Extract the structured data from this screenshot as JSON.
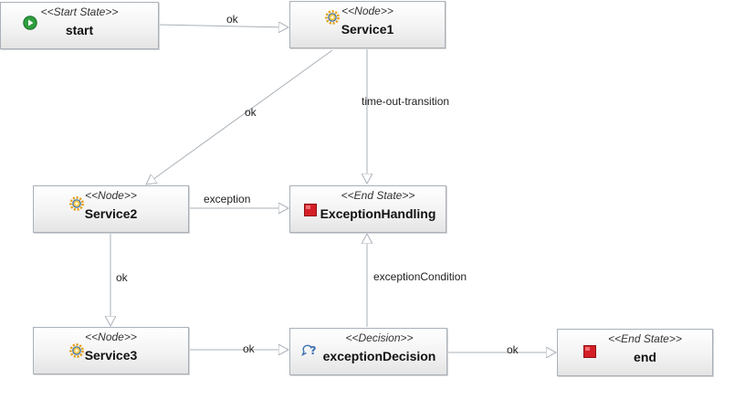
{
  "nodes": {
    "start": {
      "stereotype": "<<Start State>>",
      "name": "start",
      "icon": "start-state-icon"
    },
    "service1": {
      "stereotype": "<<Node>>",
      "name": "Service1",
      "icon": "gear-node-icon"
    },
    "service2": {
      "stereotype": "<<Node>>",
      "name": "Service2",
      "icon": "gear-node-icon"
    },
    "service3": {
      "stereotype": "<<Node>>",
      "name": "Service3",
      "icon": "gear-node-icon"
    },
    "exceptionHandling": {
      "stereotype": "<<End State>>",
      "name": "ExceptionHandling",
      "icon": "end-state-icon"
    },
    "exceptionDecision": {
      "stereotype": "<<Decision>>",
      "name": "exceptionDecision",
      "icon": "decision-icon"
    },
    "end": {
      "stereotype": "<<End State>>",
      "name": "end",
      "icon": "end-state-icon"
    }
  },
  "edges": {
    "start_service1": "ok",
    "service1_service2": "ok",
    "service1_exceptionHandling": "time-out-transition",
    "service2_exceptionHandling": "exception",
    "service2_service3": "ok",
    "service3_exceptionDecision": "ok",
    "exceptionDecision_exceptionHandling": "exceptionCondition",
    "exceptionDecision_end": "ok"
  },
  "colors": {
    "line": "#a9b0b8",
    "start_icon": "#2e9e3e",
    "end_icon": "#d41f26",
    "gear_icon": "#e3a21a",
    "decision_icon": "#3a6fb0"
  }
}
